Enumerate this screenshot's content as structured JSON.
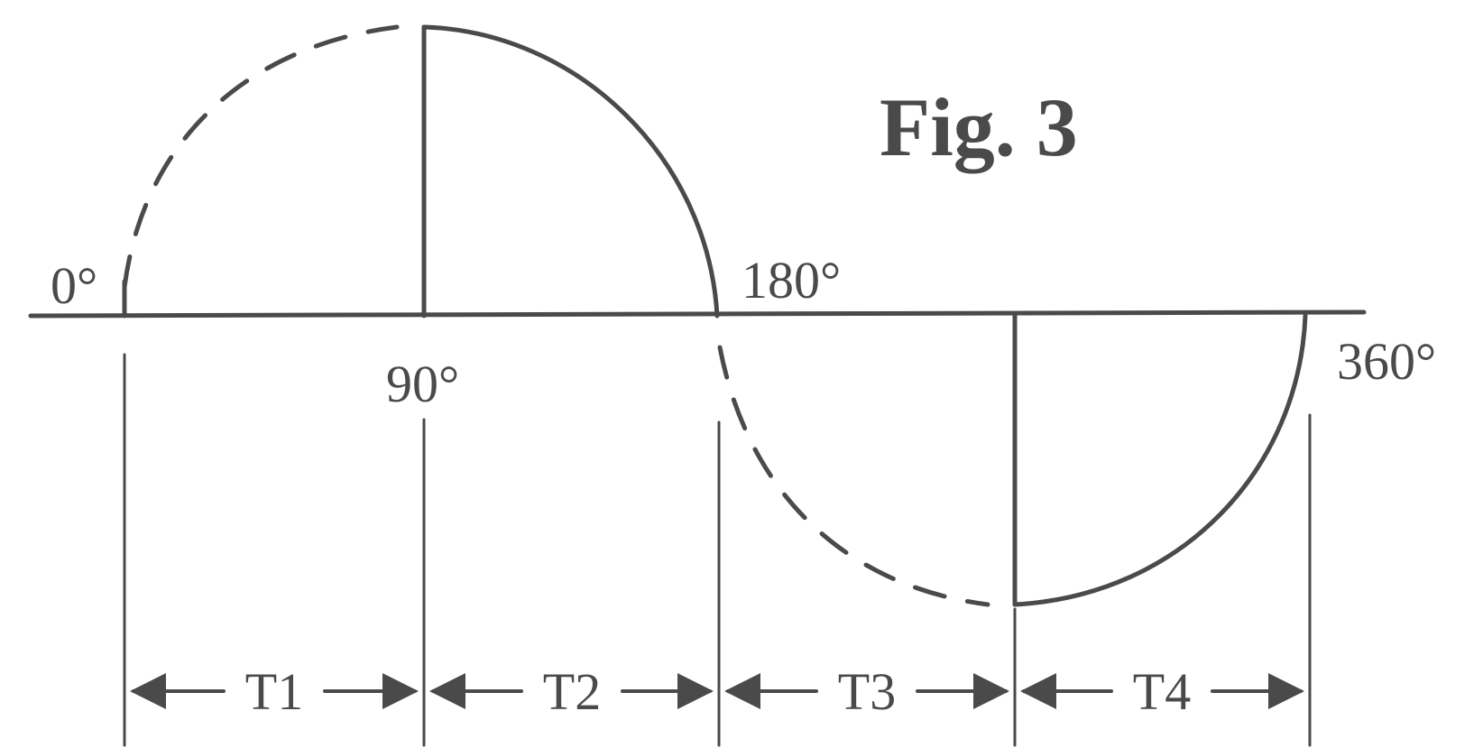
{
  "figure": {
    "title": "Fig. 3"
  },
  "angles": {
    "a0": "0°",
    "a90": "90°",
    "a180": "180°",
    "a360": "360°"
  },
  "intervals": [
    {
      "label": "T1"
    },
    {
      "label": "T2"
    },
    {
      "label": "T3"
    },
    {
      "label": "T4"
    }
  ]
}
